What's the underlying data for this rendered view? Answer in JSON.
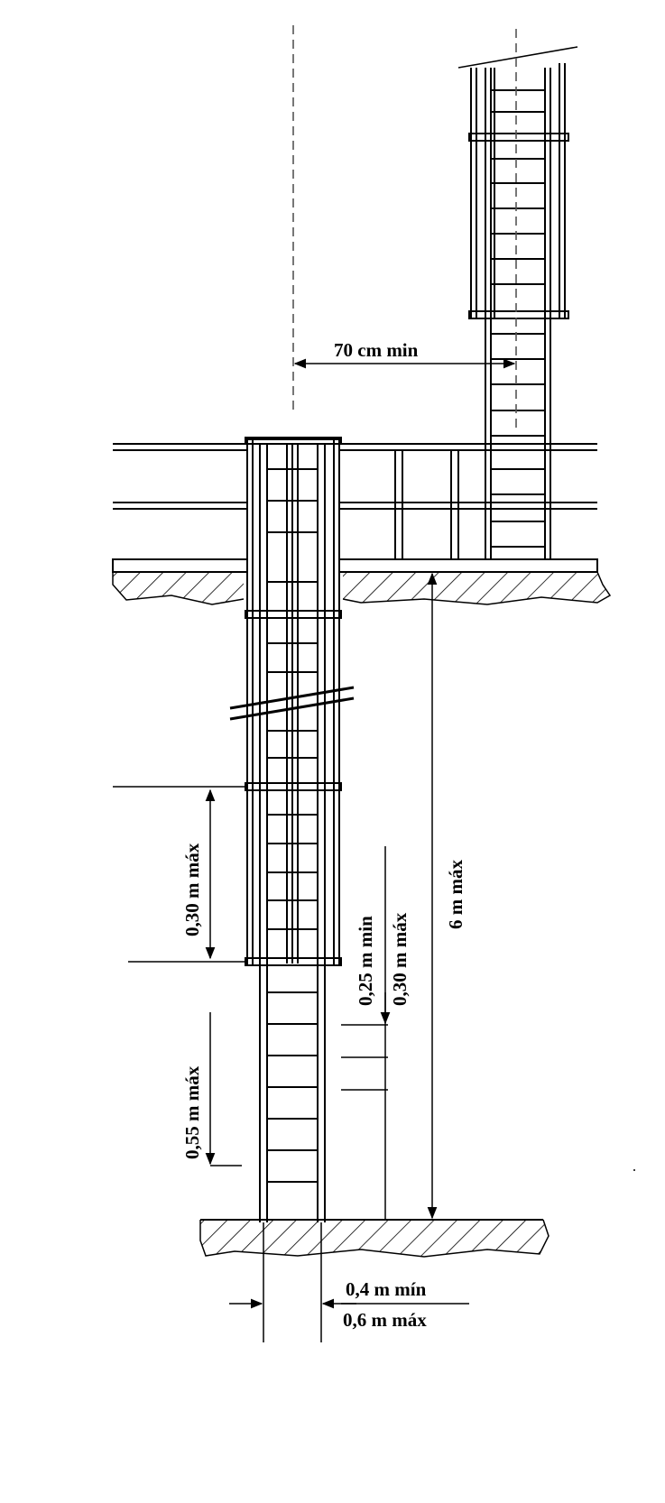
{
  "dimensions": {
    "cage_clearance": "70 cm min",
    "hoop_spacing": "0,30 m máx",
    "rung_spacing_min": "0,25 m min",
    "rung_spacing_max": "0,30 m máx",
    "landing_height": "6 m máx",
    "cage_start_height": "0,55 m máx",
    "ladder_width_min": "0,4 m mín",
    "ladder_width_max": "0,6 m máx"
  },
  "colors": {
    "ink": "#000000",
    "paper": "#ffffff",
    "dashed": "#555555"
  }
}
